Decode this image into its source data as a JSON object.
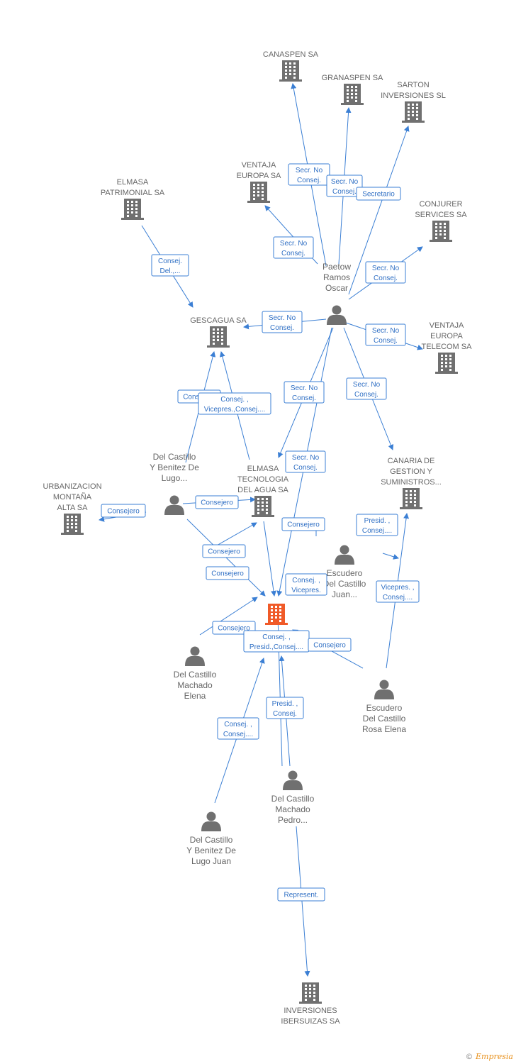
{
  "colors": {
    "edge": "#3b7fd4",
    "node": "#707070",
    "focus": "#f05a28"
  },
  "companies": [
    {
      "id": "canaspen",
      "lines": [
        "CANASPEN SA"
      ]
    },
    {
      "id": "granaspen",
      "lines": [
        "GRANASPEN SA"
      ]
    },
    {
      "id": "sarton",
      "lines": [
        "SARTON",
        "INVERSIONES SL"
      ]
    },
    {
      "id": "ventaja_europa",
      "lines": [
        "VENTAJA",
        "EUROPA SA"
      ]
    },
    {
      "id": "elmasa_patrimonial",
      "lines": [
        "ELMASA",
        "PATRIMONIAL SA"
      ]
    },
    {
      "id": "conjurer",
      "lines": [
        "CONJURER",
        "SERVICES SA"
      ]
    },
    {
      "id": "gescagua",
      "lines": [
        "GESCAGUA SA"
      ]
    },
    {
      "id": "ventaja_telecom",
      "lines": [
        "VENTAJA",
        "EUROPA",
        "TELECOM SA"
      ]
    },
    {
      "id": "canaria",
      "lines": [
        "CANARIA DE",
        "GESTION Y",
        "SUMINISTROS..."
      ]
    },
    {
      "id": "elmasa_tecnologia",
      "lines": [
        "ELMASA",
        "TECNOLOGIA",
        "DEL AGUA SA"
      ]
    },
    {
      "id": "urbanizacion",
      "lines": [
        "URBANIZACION",
        "MONTAÑA",
        "ALTA SA"
      ]
    },
    {
      "id": "focus",
      "lines": []
    },
    {
      "id": "inversiones",
      "lines": [
        "INVERSIONES",
        "IBERSUIZAS SA"
      ]
    }
  ],
  "persons": [
    {
      "id": "paetow",
      "lines": [
        "Paetow",
        "Ramos",
        "Oscar"
      ]
    },
    {
      "id": "dcbl",
      "lines": [
        "Del Castillo",
        "Y Benitez De",
        "Lugo..."
      ]
    },
    {
      "id": "escudero_juan",
      "lines": [
        "Escudero",
        "Del Castillo",
        "Juan..."
      ]
    },
    {
      "id": "machado_elena",
      "lines": [
        "Del Castillo",
        "Machado",
        "Elena"
      ]
    },
    {
      "id": "escudero_rosa",
      "lines": [
        "Escudero",
        "Del Castillo",
        "Rosa Elena"
      ]
    },
    {
      "id": "machado_pedro",
      "lines": [
        "Del Castillo",
        "Machado",
        "Pedro..."
      ]
    },
    {
      "id": "dcbl_juan",
      "lines": [
        "Del Castillo",
        "Y Benitez De",
        "Lugo Juan"
      ]
    }
  ],
  "relations": [
    {
      "id": "r1",
      "lines": [
        "Secr.  No",
        "Consej."
      ]
    },
    {
      "id": "r2",
      "lines": [
        "Secr.  No",
        "Consej."
      ]
    },
    {
      "id": "r3",
      "lines": [
        "Secretario"
      ]
    },
    {
      "id": "r4",
      "lines": [
        "Secr.  No",
        "Consej."
      ]
    },
    {
      "id": "r5",
      "lines": [
        "Secr.  No",
        "Consej."
      ]
    },
    {
      "id": "r6",
      "lines": [
        "Secr.  No",
        "Consej."
      ]
    },
    {
      "id": "r7",
      "lines": [
        "Secr.  No",
        "Consej."
      ]
    },
    {
      "id": "r8",
      "lines": [
        "Secr.  No",
        "Consej."
      ]
    },
    {
      "id": "r9",
      "lines": [
        "Secr.  No",
        "Consej."
      ]
    },
    {
      "id": "r10",
      "lines": [
        "Secr.  No",
        "Consej."
      ]
    },
    {
      "id": "r11",
      "lines": [
        "Consej.",
        "Del.,..."
      ]
    },
    {
      "id": "r12",
      "lines": [
        "Consejero"
      ]
    },
    {
      "id": "r13",
      "lines": [
        "Consej. ,",
        "Vicepres.,Consej...."
      ]
    },
    {
      "id": "r14",
      "lines": [
        "Consejero"
      ]
    },
    {
      "id": "r15",
      "lines": [
        "Consejero"
      ]
    },
    {
      "id": "r16",
      "lines": [
        "Consejero"
      ]
    },
    {
      "id": "r17",
      "lines": [
        "Consejero"
      ]
    },
    {
      "id": "r18",
      "lines": [
        "Consejero"
      ]
    },
    {
      "id": "r19",
      "lines": [
        "Consej. ,",
        "Vicepres."
      ]
    },
    {
      "id": "r20",
      "lines": [
        "Consejero"
      ]
    },
    {
      "id": "r21",
      "lines": [
        "Consej. ,",
        "Presid.,Consej...."
      ]
    },
    {
      "id": "r22",
      "lines": [
        "Consejero"
      ]
    },
    {
      "id": "r23",
      "lines": [
        "Presid. ,",
        "Consej...."
      ]
    },
    {
      "id": "r24",
      "lines": [
        "Vicepres. ,",
        "Consej...."
      ]
    },
    {
      "id": "r25",
      "lines": [
        "Consej. ,",
        "Consej...."
      ]
    },
    {
      "id": "r26",
      "lines": [
        "Presid. ,",
        "Consej."
      ]
    },
    {
      "id": "r27",
      "lines": [
        "Represent."
      ]
    }
  ],
  "footer": {
    "copyright": "©",
    "brand": "Empresia"
  }
}
